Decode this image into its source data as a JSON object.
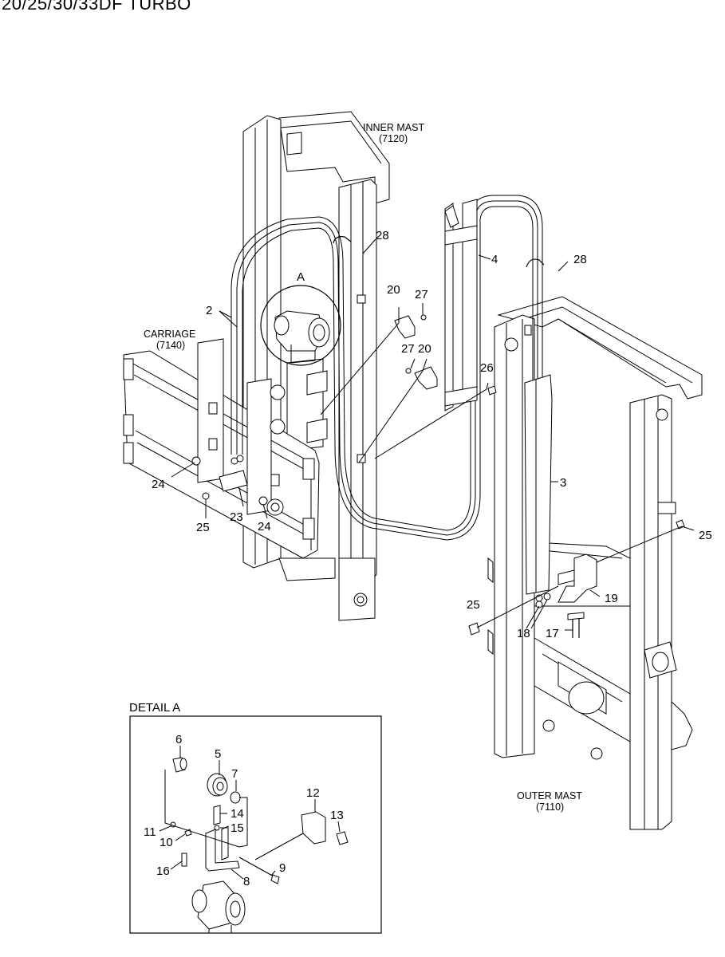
{
  "header": {
    "model": "20/25/30/33DF TURBO"
  },
  "labels": {
    "inner_mast": "INNER MAST",
    "inner_mast_code": "(7120)",
    "carriage": "CARRIAGE",
    "carriage_code": "(7140)",
    "outer_mast": "OUTER MAST",
    "outer_mast_code": "(7110)",
    "detail_ref": "A",
    "detail_title": "DETAIL A"
  },
  "callouts": {
    "p2": "2",
    "p3": "3",
    "p4": "4",
    "p20a": "20",
    "p20b": "20",
    "p23": "23",
    "p24a": "24",
    "p24b": "24",
    "p25a": "25",
    "p25b": "25",
    "p25c": "25",
    "p26": "26",
    "p27a": "27",
    "p27b": "27",
    "p28a": "28",
    "p28b": "28",
    "p17": "17",
    "p18": "18",
    "p19": "19",
    "p5": "5",
    "p6": "6",
    "p7": "7",
    "p8": "8",
    "p9": "9",
    "p10": "10",
    "p11": "11",
    "p12": "12",
    "p13": "13",
    "p14": "14",
    "p15": "15",
    "p16": "16"
  }
}
